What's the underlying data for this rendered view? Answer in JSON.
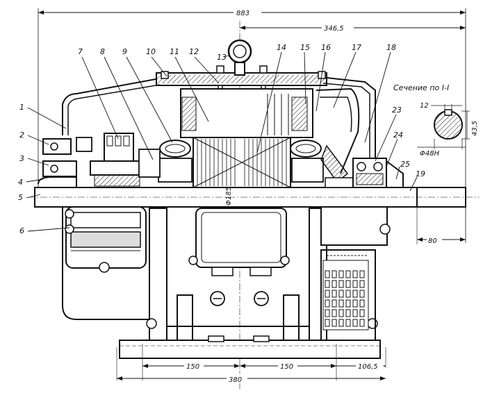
{
  "dimensions": {
    "overall_length": "883",
    "shaft_to_end": "346,5",
    "shaft_extension": "80",
    "foot_left": "150",
    "foot_right": "150",
    "foot_total": "380",
    "foot_offset": "106,5",
    "rotor_diameter": "Φ185",
    "section_width": "12",
    "section_depth": "43,5",
    "section_diameter": "Φ48Н"
  },
  "section": {
    "title": "Сечение по I-I"
  },
  "callouts": {
    "c1": "1",
    "c2": "2",
    "c3": "3",
    "c4": "4",
    "c5": "5",
    "c6": "6",
    "c7": "7",
    "c8": "8",
    "c9": "9",
    "c10": "10",
    "c11": "11",
    "c12": "12",
    "c13": "13",
    "c14": "14",
    "c15": "15",
    "c16": "16",
    "c17": "17",
    "c18": "18",
    "c19": "19",
    "c23": "23",
    "c24": "24",
    "c25": "25"
  }
}
